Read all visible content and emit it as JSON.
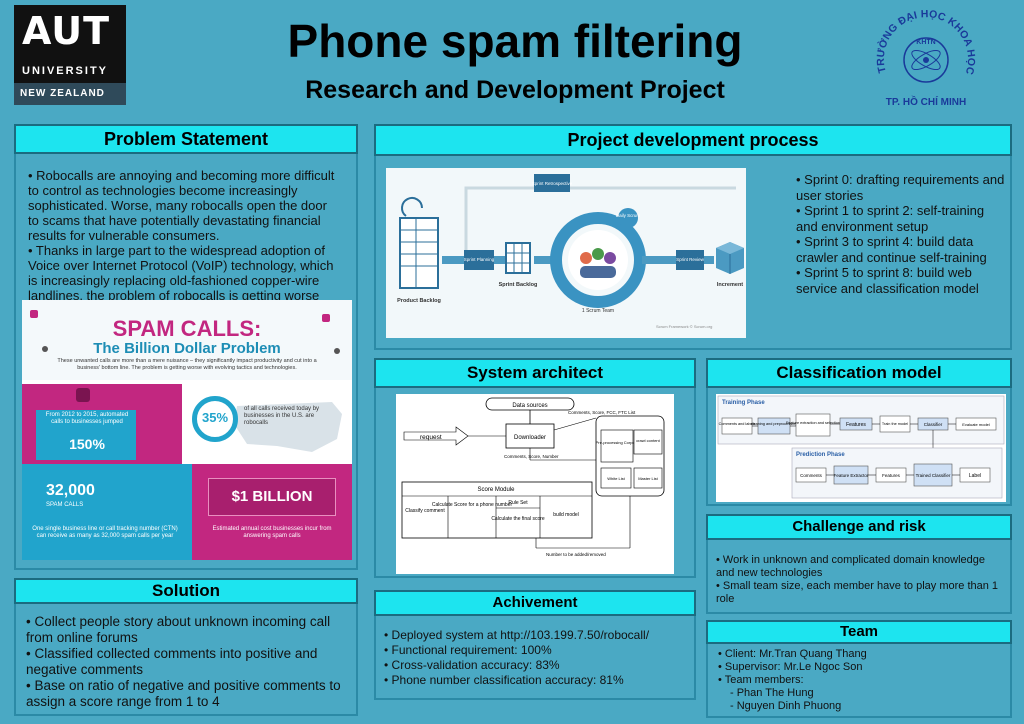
{
  "header": {
    "title": "Phone spam filtering",
    "subtitle": "Research and Development Project",
    "aut_logo": {
      "main": "AUT",
      "line2": "UNIVERSITY",
      "line3": "NEW ZEALAND"
    },
    "hcm_logo": {
      "ring_text": "TRƯỜNG ĐẠI HỌC KHOA HỌC TỰ NHIÊN",
      "center": "KHTN",
      "bottom": "TP. HỒ CHÍ MINH"
    }
  },
  "problem": {
    "heading": "Problem Statement",
    "p1": "• Robocalls are annoying and becoming more difficult to control as technologies become increasingly sophisticated. Worse, many robocalls open the door to scams that have potentially devastating financial results for vulnerable consumers.",
    "p2": "• Thanks in large part to the widespread adoption of Voice over Internet Protocol (VoIP) technology, which is increasingly replacing old-fashioned copper-wire landlines, the problem of robocalls is getting worse",
    "infographic": {
      "title1": "SPAM CALLS:",
      "title2": "The Billion Dollar Problem",
      "intro": "These unwanted calls are more than a mere nuisance – they significantly impact productivity and cut into a business' bottom line. The problem is getting worse with evolving tactics and technologies.",
      "stat1_text": "From 2012 to 2015, automated calls to businesses jumped",
      "stat1_value": "150%",
      "stat2_value": "35%",
      "stat2_text": "of all calls received today by businesses in the U.S. are robocalls",
      "stat3_value": "32,000",
      "stat3_label": "SPAM CALLS",
      "stat3_text": "One single business line or call tracking number (CTN) can receive as many as 32,000 spam calls per year",
      "stat4_value": "$1 BILLION",
      "stat4_text": "Estimated annual cost businesses incur from answering spam calls"
    }
  },
  "solution": {
    "heading": "Solution",
    "items": [
      "• Collect people story about unknown incoming call from online forums",
      "• Classified collected comments into positive and negative comments",
      "• Base on ratio of negative and positive comments to assign a score range from 1 to 4"
    ]
  },
  "process": {
    "heading": "Project development process",
    "sprints": [
      "• Sprint 0: drafting requirements and user stories",
      "• Sprint 1 to sprint 2: self-training and environment setup",
      "• Sprint 3 to sprint 4: build data crawler and continue self-training",
      "• Sprint 5 to sprint 8: build web service and classification model"
    ],
    "diagram": {
      "product_backlog": "Product Backlog",
      "sprint_planning": "Sprint Planning",
      "sprint_backlog": "Sprint Backlog",
      "sprint_retrospective": "Sprint Retrospective",
      "daily_scrum": "Daily Scrum",
      "scrum_team": "1 Scrum Team",
      "sprint_review": "Sprint Review",
      "increment": "Increment",
      "credit": "Scrum Framework © Scrum.org"
    }
  },
  "architect": {
    "heading": "System architect",
    "data_sources": "Data sources",
    "downloader": "Downloader",
    "request": "request",
    "comments_top": "Comments, Score, FCC, FTC List",
    "comments_mid": "Comments, Score, Number",
    "db_pre": "Pre-processing Corpora",
    "db_crawl": "crawl content",
    "db_white": "White List",
    "db_master": "Master List",
    "score_module": "Score Module",
    "classify": "Classify comment",
    "calc_score": "Calculate Score for a phone number",
    "rule_set": "Rule Set",
    "calc_final": "Calculate the final score",
    "build_model": "build model",
    "number_note": "Number to be added/removed"
  },
  "classification": {
    "heading": "Classification model",
    "training_phase": "Training Phase",
    "comments_labels": "Comments and labels",
    "cleaning": "cleaning and preprocessing",
    "feature_extraction": "Feature extraction and selection",
    "features": "Features",
    "train_model": "Train the model",
    "classifier": "Classifier",
    "evaluate_model": "Evaluate model",
    "prediction_phase": "Prediction Phase",
    "comments": "Comments",
    "feature_extractor": "Feature Extractor",
    "features2": "Features",
    "trained_classifier": "Trained Classifier",
    "label": "Label"
  },
  "achievement": {
    "heading": "Achivement",
    "items": [
      "• Deployed system at http://103.199.7.50/robocall/",
      "• Functional requirement: 100%",
      "• Cross-validation accuracy: 83%",
      "• Phone number classification accuracy: 81%"
    ]
  },
  "challenge": {
    "heading": "Challenge and risk",
    "items": [
      "• Work in unknown and complicated domain knowledge and new technologies",
      "• Small team size, each member have to play more than 1 role"
    ]
  },
  "team": {
    "heading": "Team",
    "items": [
      "• Client: Mr.Tran Quang Thang",
      "• Supervisor: Mr.Le Ngoc Son",
      "• Team members:",
      "- Phan The Hung",
      "- Nguyen Dinh Phuong"
    ]
  },
  "colors": {
    "background": "#4aa9c4",
    "header_cyan": "#1de4ef",
    "accent_magenta": "#c22780",
    "info_blue": "#21a4cc"
  }
}
